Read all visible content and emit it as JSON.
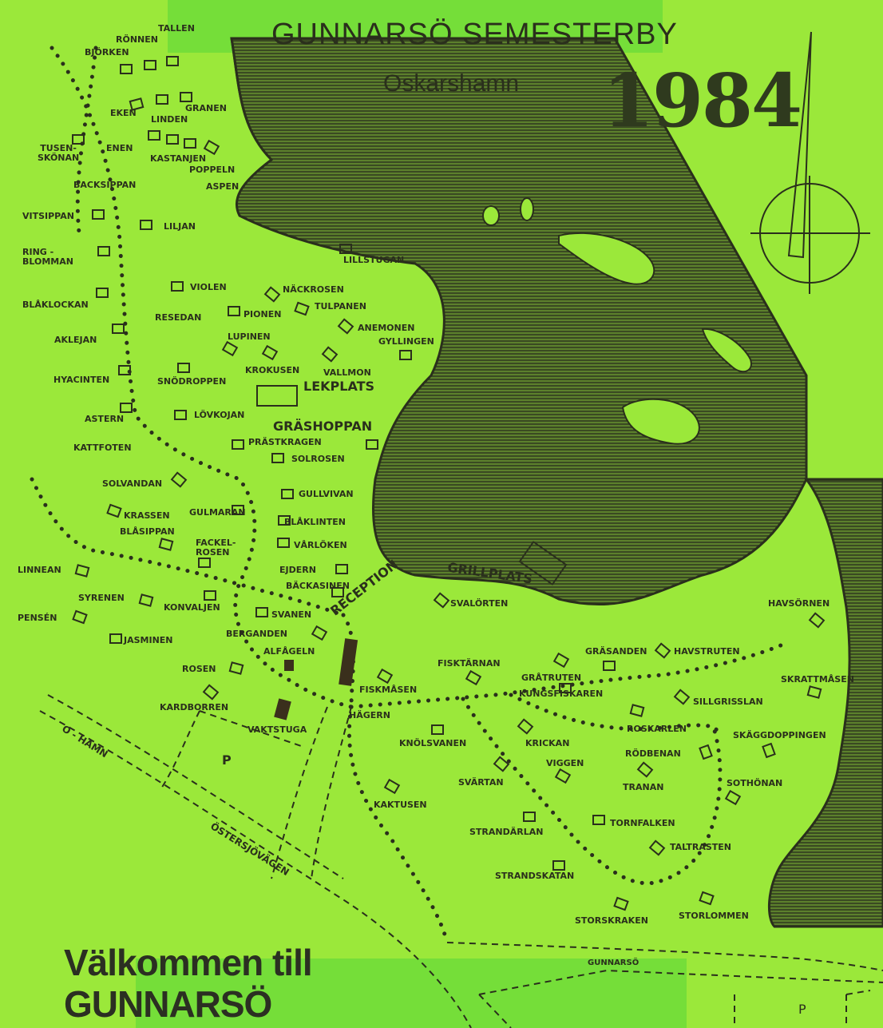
{
  "map": {
    "title": "GUNNARSÖ  SEMESTERBY",
    "subtitle": "Oskarshamn",
    "year": "1984",
    "welcome_line1": "Välkommen till",
    "welcome_line2": "GUNNARSÖ",
    "colors": {
      "background": "#9be83a",
      "ink": "#2a2f1c",
      "water": "#2f3a1e"
    },
    "roads": {
      "o_hamn": "O - HAMN",
      "ostersjovagen": "ÖSTERSJÖVÄGEN",
      "gunnarso": "GUNNARSÖ"
    },
    "facilities": {
      "lekplats": "LEKPLATS",
      "grillplats": "GRILLPLATS",
      "reception": "RECEPTION",
      "vaktstuga": "VAKTSTUGA",
      "parking": "P",
      "grashoppan": "GRÄSHOPPAN",
      "lillstugan": "LILLSTUGAN"
    },
    "cabins": {
      "tallen": "TALLEN",
      "ronnen": "RÖNNEN",
      "bjorken": "BJÖRKEN",
      "eken": "EKEN",
      "linden": "LINDEN",
      "granen": "GRANEN",
      "tusenskonan": "TUSEN-\nSKÖNAN",
      "enen": "ENEN",
      "kastanjen": "KASTANJEN",
      "poppeln": "POPPELN",
      "aspen": "ASPEN",
      "backsippan": "BACKSIPPAN",
      "vitsippan": "VITSIPPAN",
      "liljan": "LILJAN",
      "ringblomman": "RING -\nBLOMMAN",
      "violen": "VIOLEN",
      "nackrosen": "NÄCKROSEN",
      "blaklockan": "BLÅKLOCKAN",
      "resedan": "RESEDAN",
      "pionen": "PIONEN",
      "tulpanen": "TULPANEN",
      "aklejan": "AKLEJAN",
      "lupinen": "LUPINEN",
      "anemonen": "ANEMONEN",
      "gyllingen": "GYLLINGEN",
      "hyacinten": "HYACINTEN",
      "snodroppen": "SNÖDROPPEN",
      "krokusen": "KROKUSEN",
      "vallmon": "VALLMON",
      "astern": "ASTERN",
      "lovkojan": "LÖVKOJAN",
      "kattfoten": "KATTFOTEN",
      "prastkragen": "PRÄSTKRAGEN",
      "solrosen": "SOLROSEN",
      "solvandan": "SOLVANDAN",
      "gullvivan": "GULLVIVAN",
      "krassen": "KRASSEN",
      "gulmaran": "GULMARAN",
      "blasippan": "BLÅSIPPAN",
      "blaklinten": "BLÅKLINTEN",
      "fackelrosen": "FACKEL-\nROSEN",
      "varloken": "VÅRLÖKEN",
      "linnean": "LINNEAN",
      "ejdern": "EJDERN",
      "backasinen": "BÄCKASINEN",
      "syrenen": "SYRENEN",
      "konvaljen": "KONVALJEN",
      "svanen": "SVANEN",
      "pensen": "PENSÉN",
      "berganden": "BERGANDEN",
      "jasminen": "JASMINEN",
      "alfageln": "ALFÅGELN",
      "rosen": "ROSEN",
      "kardborren": "KARDBORREN",
      "svalorten": "SVALÖRTEN",
      "havsornen": "HAVSÖRNEN",
      "fisktarnan": "FISKTÄRNAN",
      "grasanden": "GRÄSANDEN",
      "havstruten": "HAVSTRUTEN",
      "skrattmasen": "SKRATTMÅSEN",
      "gratruten": "GRÅTRUTEN",
      "fiskmasen": "FISKMÅSEN",
      "kungsfiskaren": "KUNGSFISKAREN",
      "sillgrisslan": "SILLGRISSLAN",
      "hagern": "HÄGERN",
      "roskarlen": "ROSKARLEN",
      "skaggdoppingen": "SKÄGGDOPPINGEN",
      "knolsvanen": "KNÖLSVANEN",
      "krickan": "KRICKAN",
      "rodbenan": "RÖDBENAN",
      "viggen": "VIGGEN",
      "svartan": "SVÄRTAN",
      "tranan": "TRANAN",
      "sothonan": "SOTHÖNAN",
      "kaktusen": "KAKTUSEN",
      "tornfalken": "TORNFALKEN",
      "strandarlan": "STRANDÄRLAN",
      "taltrasten": "TALTRASTEN",
      "strandskatan": "STRANDSKATAN",
      "storskraken": "STORSKRAKEN",
      "storlommen": "STORLOMMEN"
    }
  }
}
